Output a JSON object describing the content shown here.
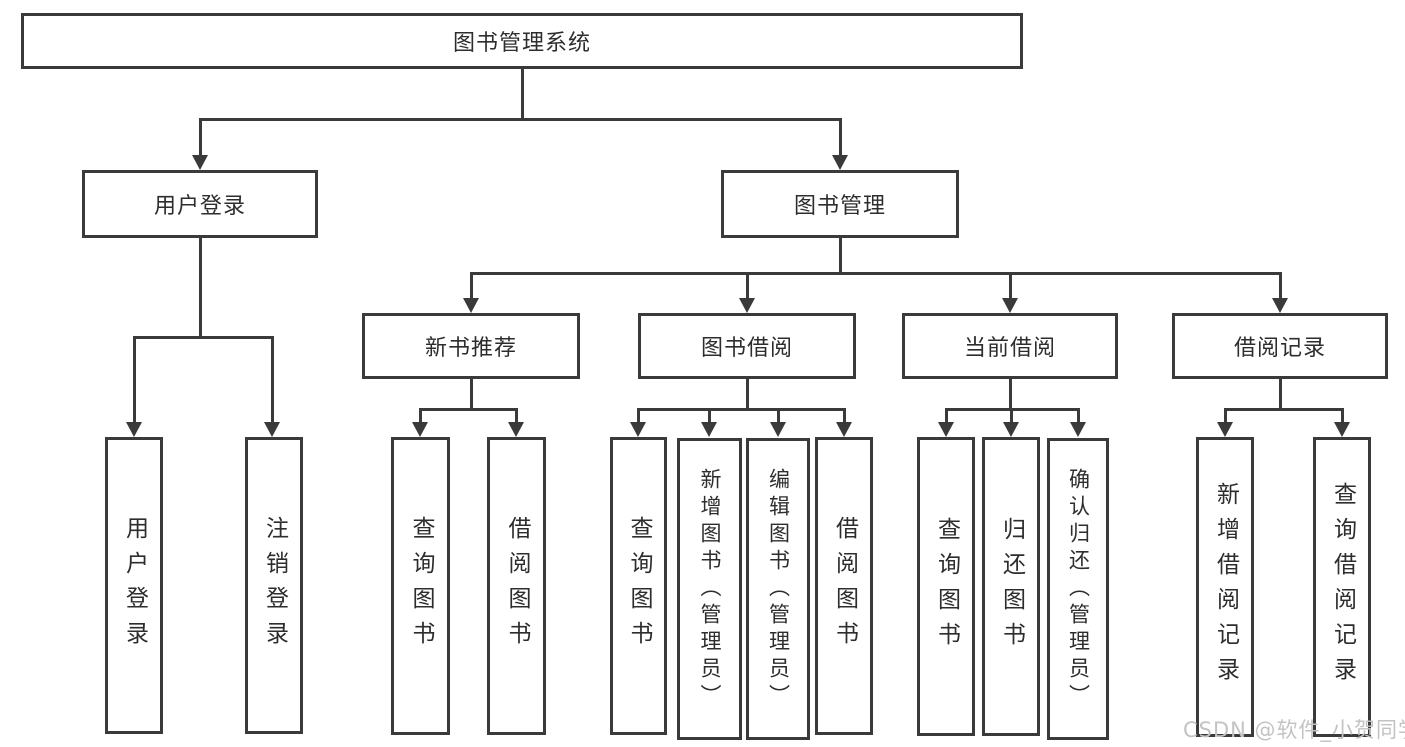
{
  "diagram_title": "图书管理系统",
  "nodes": {
    "root": "图书管理系统",
    "l2_user_login": "用户登录",
    "l2_book_management": "图书管理",
    "l3_new_book_recommend": "新书推荐",
    "l3_book_borrow": "图书借阅",
    "l3_current_borrow": "当前借阅",
    "l3_borrow_records": "借阅记录",
    "leaf_user_login": "用户登录",
    "leaf_logout": "注销登录",
    "leaf_nb_query_books": "查询图书",
    "leaf_nb_borrow_books": "借阅图书",
    "leaf_bb_query_books": "查询图书",
    "leaf_bb_add_books": "新增图书（管理员）",
    "leaf_bb_edit_books": "编辑图书（管理员）",
    "leaf_bb_borrow_books": "借阅图书",
    "leaf_cb_query_books": "查询图书",
    "leaf_cb_return_books": "归还图书",
    "leaf_cb_confirm_return": "确认归还（管理员）",
    "leaf_br_add_record": "新增借阅记录",
    "leaf_br_query_record": "查询借阅记录"
  },
  "tree": {
    "label": "图书管理系统",
    "children": [
      {
        "label": "用户登录",
        "children": [
          {
            "label": "用户登录"
          },
          {
            "label": "注销登录"
          }
        ]
      },
      {
        "label": "图书管理",
        "children": [
          {
            "label": "新书推荐",
            "children": [
              {
                "label": "查询图书"
              },
              {
                "label": "借阅图书"
              }
            ]
          },
          {
            "label": "图书借阅",
            "children": [
              {
                "label": "查询图书"
              },
              {
                "label": "新增图书（管理员）"
              },
              {
                "label": "编辑图书（管理员）"
              },
              {
                "label": "借阅图书"
              }
            ]
          },
          {
            "label": "当前借阅",
            "children": [
              {
                "label": "查询图书"
              },
              {
                "label": "归还图书"
              },
              {
                "label": "确认归还（管理员）"
              }
            ]
          },
          {
            "label": "借阅记录",
            "children": [
              {
                "label": "新增借阅记录"
              },
              {
                "label": "查询借阅记录"
              }
            ]
          }
        ]
      }
    ]
  },
  "watermark": {
    "text": "CSDN @软件_小贺同学",
    "color": "#c3c3c3"
  },
  "colors": {
    "background": "#ffffff",
    "box_border": "#3a3a3a",
    "connector": "#3a3a3a",
    "text": "#2d2d2d"
  }
}
